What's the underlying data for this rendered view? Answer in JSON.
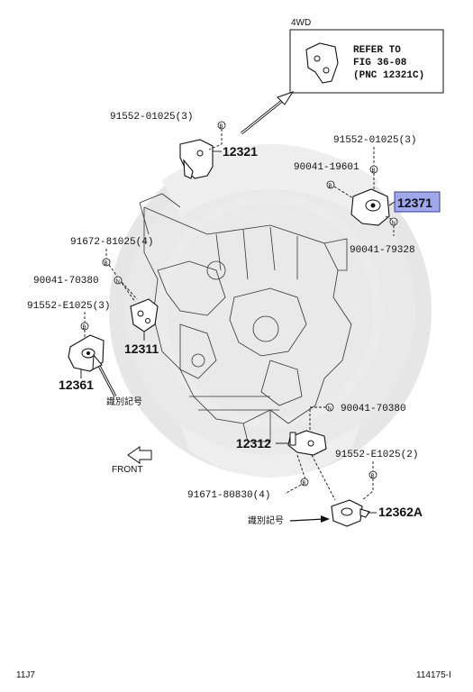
{
  "callout": {
    "variant": "4WD",
    "refer_line1": "REFER TO",
    "refer_line2": "FIG 36-08",
    "refer_line3": "(PNC 12321C)"
  },
  "labels": {
    "bolt_12321": "91552-01025(3)",
    "part_12321": "12321",
    "bolt_12371": "91552-01025(3)",
    "nut_12371": "90041-19601",
    "part_12371": "12371",
    "nut_12371_b": "90041-79328",
    "bolt_12311_a": "91672-81025(4)",
    "nut_12311": "90041-70380",
    "bolt_12311_b": "91552-E1025(3)",
    "part_12311": "12311",
    "part_12361": "12361",
    "id_mark_1": "識別記号",
    "front": "FRONT",
    "nut_12312": "90041-70380",
    "part_12312": "12312",
    "bolt_12362": "91552-E1025(2)",
    "bolt_12312": "91671-80830(4)",
    "part_12362a": "12362A",
    "id_mark_2": "識別記号"
  },
  "footer": {
    "left_code": "11J7",
    "right_code": "114175-I"
  },
  "highlight_color": "#9fa8e8"
}
